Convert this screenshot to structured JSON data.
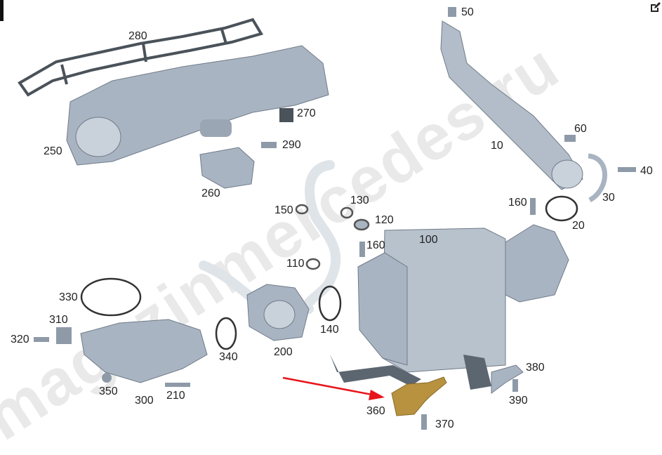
{
  "watermark": "magazinmercedes.ru",
  "colors": {
    "part": "#a9b4c2",
    "part_dark": "#6f7b88",
    "hose": "#e4e8ec",
    "bracket": "#b8923f",
    "arrow": "#e8141b"
  },
  "labels": [
    {
      "id": "280",
      "text": "280"
    },
    {
      "id": "270",
      "text": "270"
    },
    {
      "id": "290",
      "text": "290"
    },
    {
      "id": "250",
      "text": "250"
    },
    {
      "id": "260",
      "text": "260"
    },
    {
      "id": "50",
      "text": "50"
    },
    {
      "id": "60",
      "text": "60"
    },
    {
      "id": "10",
      "text": "10"
    },
    {
      "id": "40",
      "text": "40"
    },
    {
      "id": "30",
      "text": "30"
    },
    {
      "id": "160a",
      "text": "160"
    },
    {
      "id": "20",
      "text": "20"
    },
    {
      "id": "150",
      "text": "150"
    },
    {
      "id": "130",
      "text": "130"
    },
    {
      "id": "120",
      "text": "120"
    },
    {
      "id": "100",
      "text": "100"
    },
    {
      "id": "160b",
      "text": "160"
    },
    {
      "id": "110",
      "text": "110"
    },
    {
      "id": "330",
      "text": "330"
    },
    {
      "id": "310",
      "text": "310"
    },
    {
      "id": "320",
      "text": "320"
    },
    {
      "id": "140",
      "text": "140"
    },
    {
      "id": "340",
      "text": "340"
    },
    {
      "id": "200",
      "text": "200"
    },
    {
      "id": "350",
      "text": "350"
    },
    {
      "id": "300",
      "text": "300"
    },
    {
      "id": "210",
      "text": "210"
    },
    {
      "id": "380",
      "text": "380"
    },
    {
      "id": "390",
      "text": "390"
    },
    {
      "id": "360",
      "text": "360"
    },
    {
      "id": "370",
      "text": "370"
    }
  ],
  "icons": {
    "edit": "edit-icon"
  }
}
